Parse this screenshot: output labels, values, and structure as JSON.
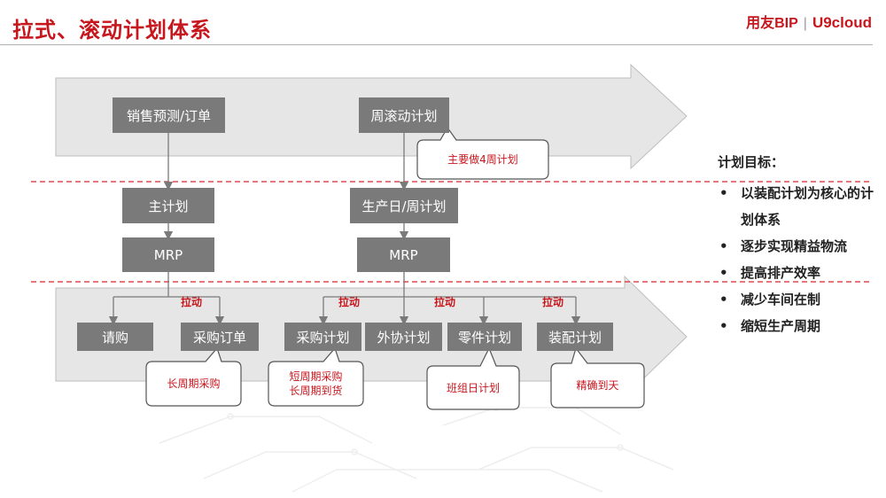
{
  "header": {
    "title": "拉式、滚动计划体系",
    "logo_brand": "用友BIP",
    "logo_product": "U9cloud"
  },
  "diagram": {
    "boxes": {
      "sales_forecast": "销售预测/订单",
      "weekly_rolling": "周滚动计划",
      "master_plan": "主计划",
      "mrp_left": "MRP",
      "production_plan": "生产日/周计划",
      "mrp_right": "MRP",
      "requisition": "请购",
      "purchase_order": "采购订单",
      "purchase_plan": "采购计划",
      "outsource_plan": "外协计划",
      "parts_plan": "零件计划",
      "assembly_plan": "装配计划"
    },
    "pull_labels": [
      "拉动",
      "拉动",
      "拉动",
      "拉动"
    ],
    "callouts": {
      "weekly": "主要做4周计划",
      "long_cycle": "长周期采购",
      "short_cycle_1": "短周期采购",
      "short_cycle_2": "长周期到货",
      "team_daily": "班组日计划",
      "precise_day": "精确到天"
    }
  },
  "goals": {
    "title": "计划目标：",
    "bullet": "•",
    "items": [
      "以装配计划为核心的计划体系",
      "逐步实现精益物流",
      "提高排产效率",
      "减少车间在制",
      "缩短生产周期"
    ]
  },
  "colors": {
    "brand_red": "#c8161d",
    "box_gray": "#7a7a7a",
    "arrow_fill": "#e6e6e6",
    "arrow_stroke": "#bdbdbd"
  }
}
